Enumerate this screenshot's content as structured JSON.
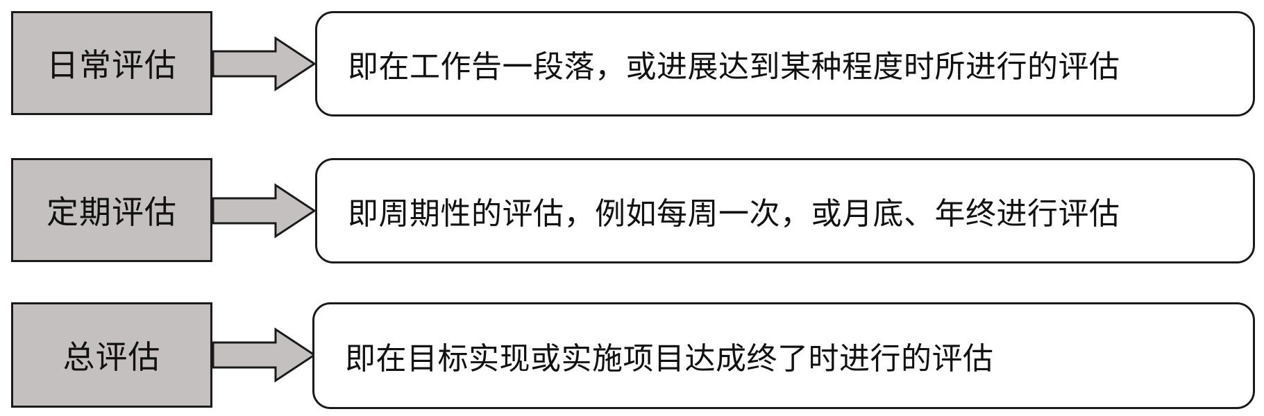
{
  "colors": {
    "label_fill": "#c3c0bf",
    "border": "#1a1a1a",
    "arrow_fill": "#c3c0bf",
    "text": "#111111"
  },
  "rows": [
    {
      "label": "日常评估",
      "description": "即在工作告一段落，或进展达到某种程度时所进行的评估"
    },
    {
      "label": "定期评估",
      "description": "即周期性的评估，例如每周一次，或月底、年终进行评估"
    },
    {
      "label": "总评估",
      "description": "即在目标实现或实施项目达成终了时进行的评估"
    }
  ]
}
